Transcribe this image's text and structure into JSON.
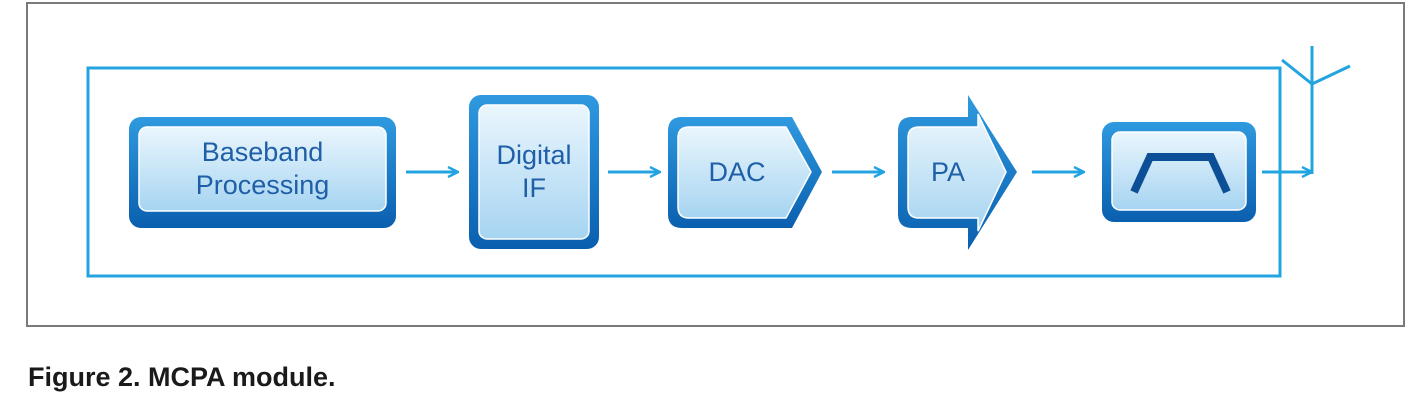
{
  "diagram": {
    "blocks": [
      {
        "id": "baseband",
        "label": "Baseband\nProcessing"
      },
      {
        "id": "digital-if",
        "label": "Digital\nIF"
      },
      {
        "id": "dac",
        "label": "DAC"
      },
      {
        "id": "pa",
        "label": "PA"
      },
      {
        "id": "filter",
        "label": ""
      }
    ],
    "filter_icon": "bandpass-filter-icon",
    "output_icon": "antenna-icon"
  },
  "caption": "Figure 2. MCPA module.",
  "colors": {
    "line": "#22a4e0",
    "block_outer": "#0b72c4",
    "block_fill_top": "#e4f3fc",
    "block_fill_bottom": "#a9d6f2",
    "label": "#1f5fa8",
    "filter_mark": "#0d4f97",
    "frame": "#7a7a7a"
  }
}
